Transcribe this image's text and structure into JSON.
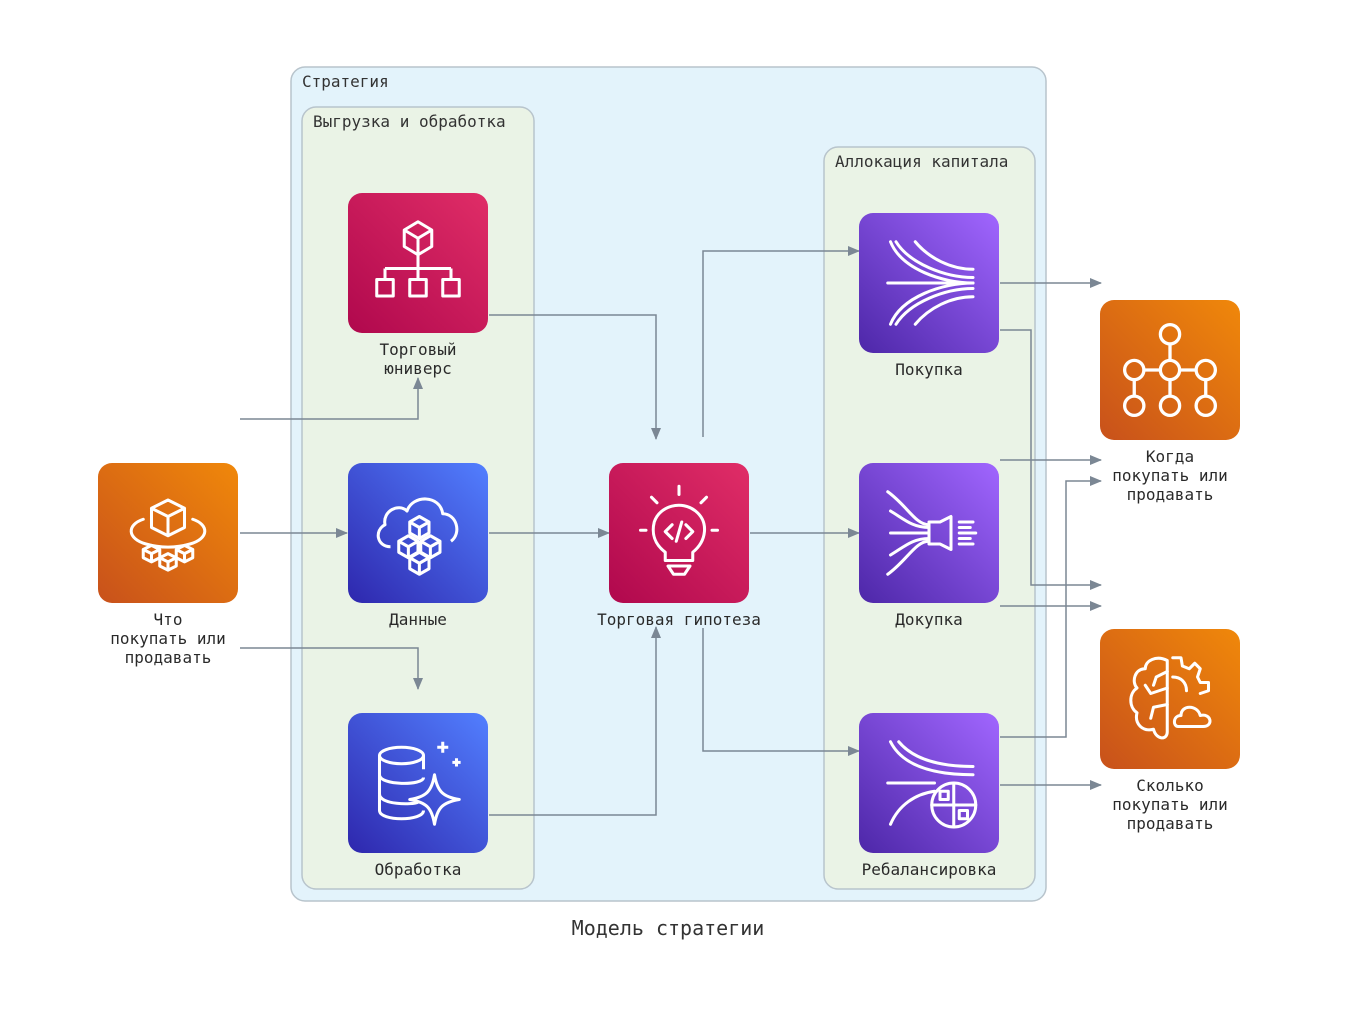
{
  "caption": "Модель стратегии",
  "clusters": {
    "strategy": "Стратегия",
    "load": "Выгрузка и обработка",
    "alloc": "Аллокация капитала"
  },
  "nodes": {
    "what": "Что\nпокупать или\nпродавать",
    "universe": "Торговый\nюниверс",
    "data": "Данные",
    "processing": "Обработка",
    "hypothesis": "Торговая гипотеза",
    "buy": "Покупка",
    "addbuy": "Докупка",
    "rebalance": "Ребалансировка",
    "when": "Когда\nпокупать или\nпродавать",
    "howmuch": "Сколько\nпокупать или\nпродавать"
  },
  "colors": {
    "cluster_outer_fill": "#e3f3fb",
    "cluster_inner_fill": "#eaf3e6",
    "edge": "#7b8794"
  }
}
